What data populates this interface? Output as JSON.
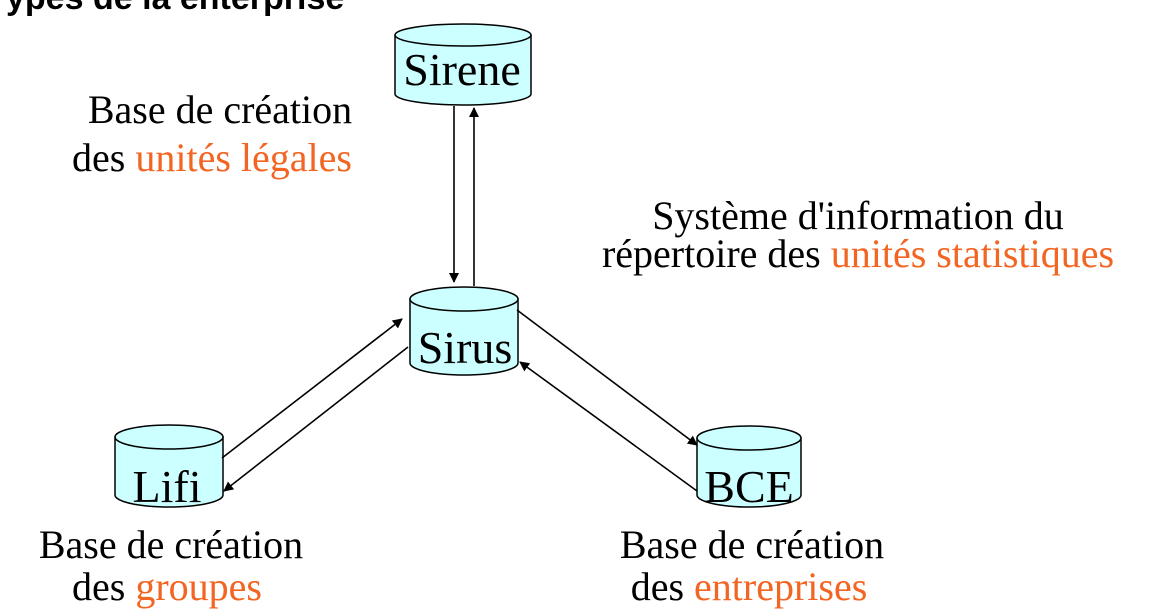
{
  "heading": "ypes de la enterprise",
  "colors": {
    "accent": "#f26522",
    "cylinder_fill": "#ccffff",
    "stroke": "#000000"
  },
  "nodes": {
    "sirene": {
      "label": "Sirene"
    },
    "sirus": {
      "label": "Sirus"
    },
    "lifi": {
      "label": "Lifi"
    },
    "bce": {
      "label": "BCE"
    }
  },
  "captions": {
    "sirene": {
      "line1": "Base de création",
      "line2_prefix": "des ",
      "line2_accent": "unités légales"
    },
    "sirus": {
      "line1": "Système d'information du",
      "line2_prefix": "répertoire des ",
      "line2_accent": "unités statistiques"
    },
    "lifi": {
      "line1": "Base de création",
      "line2_prefix": "des ",
      "line2_accent": "groupes"
    },
    "bce": {
      "line1": "Base de création",
      "line2_prefix": "des ",
      "line2_accent": "entreprises"
    }
  }
}
